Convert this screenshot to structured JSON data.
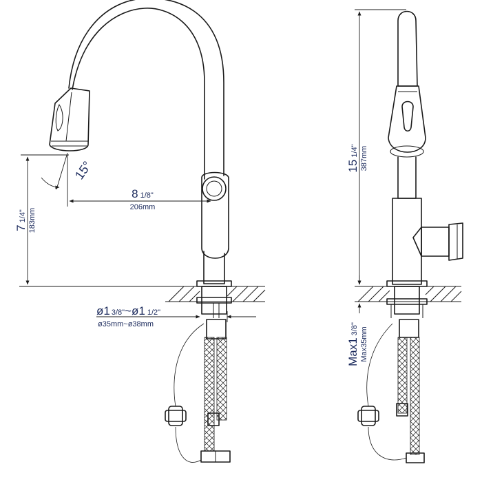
{
  "dimensions": {
    "spout_height": {
      "whole": "7",
      "fraction": "1/4\"",
      "metric": "183mm"
    },
    "spout_reach": {
      "whole": "8",
      "fraction": "1/8\"",
      "metric": "206mm"
    },
    "spray_angle": {
      "value": "15°"
    },
    "hole_diameter": {
      "prefix": "ø1",
      "fraction_a": "3/8\"",
      "mid": "~ø1",
      "fraction_b": "1/2\"",
      "metric": "ø35mm~ø38mm"
    },
    "overall_height": {
      "whole": "15",
      "fraction": "1/4\"",
      "metric": "387mm"
    },
    "max_deck": {
      "whole": "Max1",
      "fraction": "3/8\"",
      "metric": "Max35mm"
    }
  },
  "colors": {
    "line": "#1a1a1a",
    "label": "#1b2a5c",
    "background": "#ffffff"
  }
}
